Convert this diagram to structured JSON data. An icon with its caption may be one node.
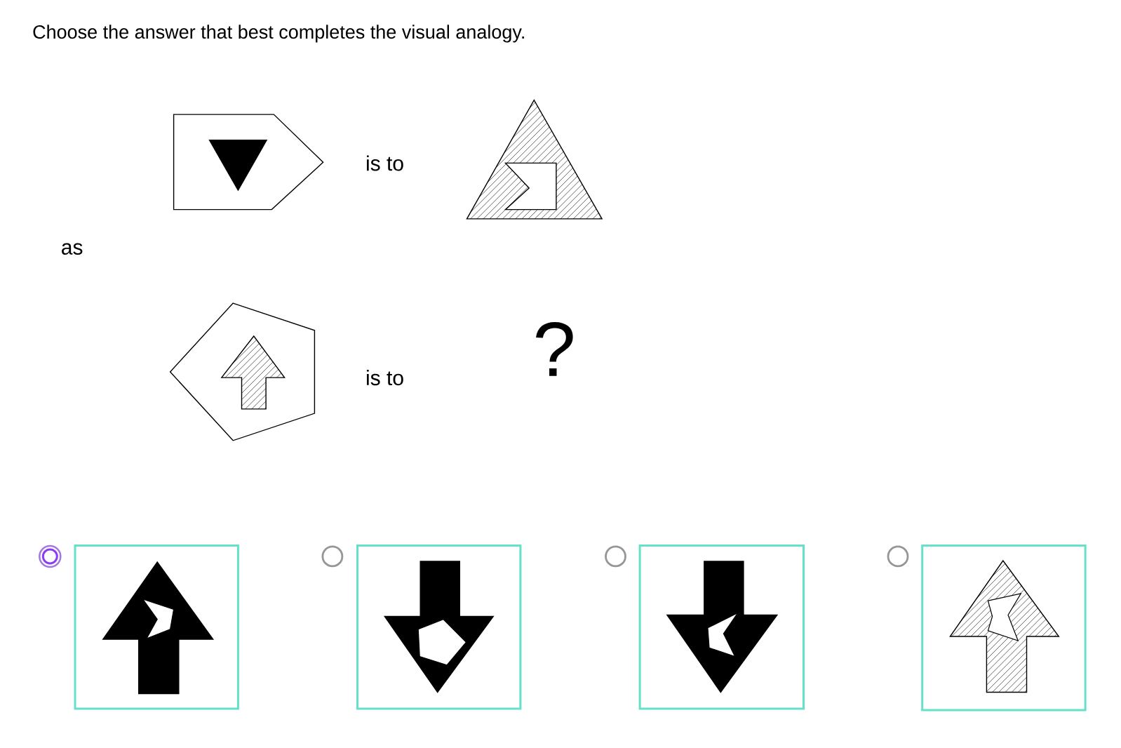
{
  "diagram": {
    "title": "Choose the answer that best completes the visual analogy.",
    "nodes": [
      {
        "text": [],
        "shape": "box"
      },
      {
        "text": [],
        "shape": "box"
      },
      {
        "text": [],
        "shape": "box"
      },
      {
        "text": [],
        "shape": "box"
      }
    ],
    "labels": [
      "is to",
      "as",
      "is to",
      "?"
    ]
  }
}
